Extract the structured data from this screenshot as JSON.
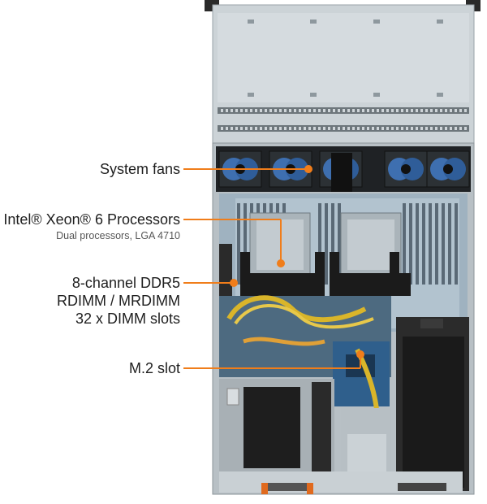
{
  "callouts": [
    {
      "title": "System fans"
    },
    {
      "title": "Intel® Xeon® 6 Processors",
      "subtitle": "Dual processors, LGA 4710"
    },
    {
      "title_lines": [
        "8-channel DDR5",
        "RDIMM / MRDIMM",
        "32 x DIMM slots"
      ]
    },
    {
      "title": "M.2 slot"
    }
  ],
  "colors": {
    "accent": "#f07d1a",
    "chassis": "#c9d0d4",
    "board": "#3a5a7a"
  }
}
